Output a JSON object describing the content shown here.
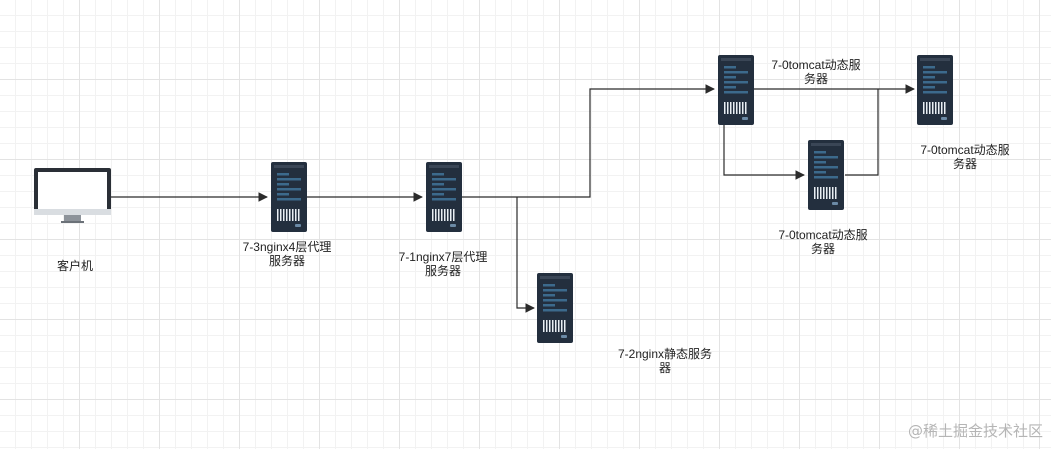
{
  "diagram": {
    "nodes": {
      "client": {
        "label": "客户机"
      },
      "nginx4": {
        "label_line1": "7-3nginx4层代理",
        "label_line2": "服务器"
      },
      "nginx7": {
        "label_line1": "7-1nginx7层代理",
        "label_line2": "服务器"
      },
      "nginx_static": {
        "label_line1": "7-2nginx静态服务",
        "label_line2": "器"
      },
      "tomcat_a": {
        "label_line1": "7-0tomcat动态服",
        "label_line2": "务器"
      },
      "tomcat_b": {
        "label_line1": "7-0tomcat动态服",
        "label_line2": "务器"
      },
      "tomcat_c": {
        "label_line1": "7-0tomcat动态服",
        "label_line2": "务器"
      }
    },
    "colors": {
      "server_body": "#232f3e",
      "server_panel": "#3c6a8c",
      "edge": "#2b2b2b"
    }
  },
  "watermark": "@稀土掘金技术社区"
}
